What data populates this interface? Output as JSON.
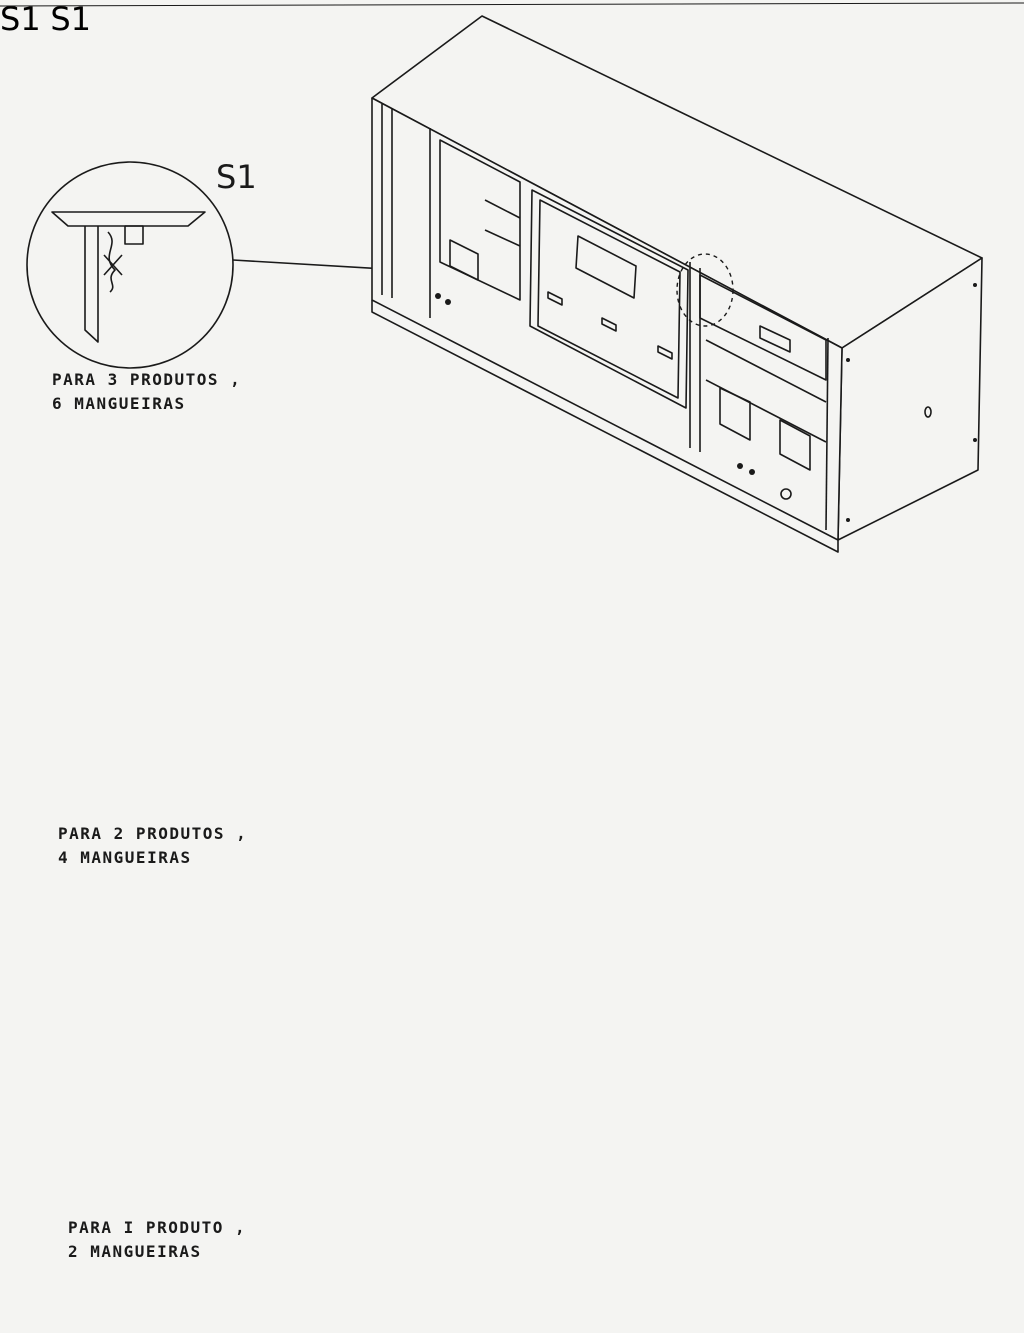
{
  "figures": [
    {
      "detail_label": "S1",
      "caption_line1": "PARA 3 PRODUTOS ,",
      "caption_line2": "6 MANGUEIRAS"
    },
    {
      "detail_label": "S1",
      "caption_line1": "PARA 2 PRODUTOS ,",
      "caption_line2": "4 MANGUEIRAS"
    },
    {
      "detail_label": "S1",
      "caption_line1": "PARA I PRODUTO ,",
      "caption_line2": "2 MANGUEIRAS"
    }
  ]
}
